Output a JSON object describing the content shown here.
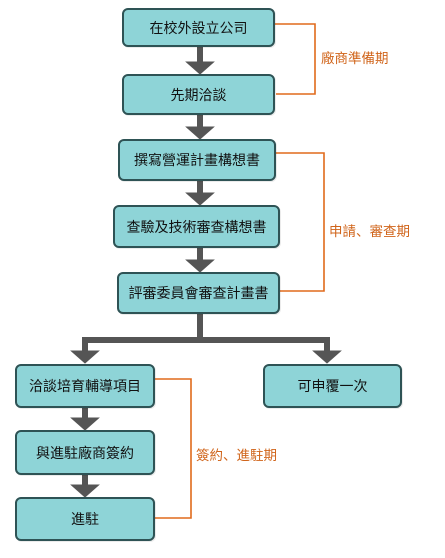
{
  "nodes": {
    "establish": "在校外設立公司",
    "negotiate": "先期洽談",
    "write_plan": "撰寫營運計畫構想書",
    "review_plan": "查驗及技術審查構想書",
    "committee": "評審委員會審查計畫書",
    "counsel": "洽談培育輔導項目",
    "reapply": "可申覆一次",
    "sign": "與進駐廠商簽約",
    "enter": "進駐"
  },
  "stages": {
    "prep": "廠商準備期",
    "apply_review": "申請、審查期",
    "sign_enter": "簽約、進駐期"
  },
  "colors": {
    "box_fill": "#8ed4d7",
    "box_border": "#2e5355",
    "arrow": "#555555",
    "bracket": "#e06a1c",
    "stage_text": "#d0641a"
  }
}
